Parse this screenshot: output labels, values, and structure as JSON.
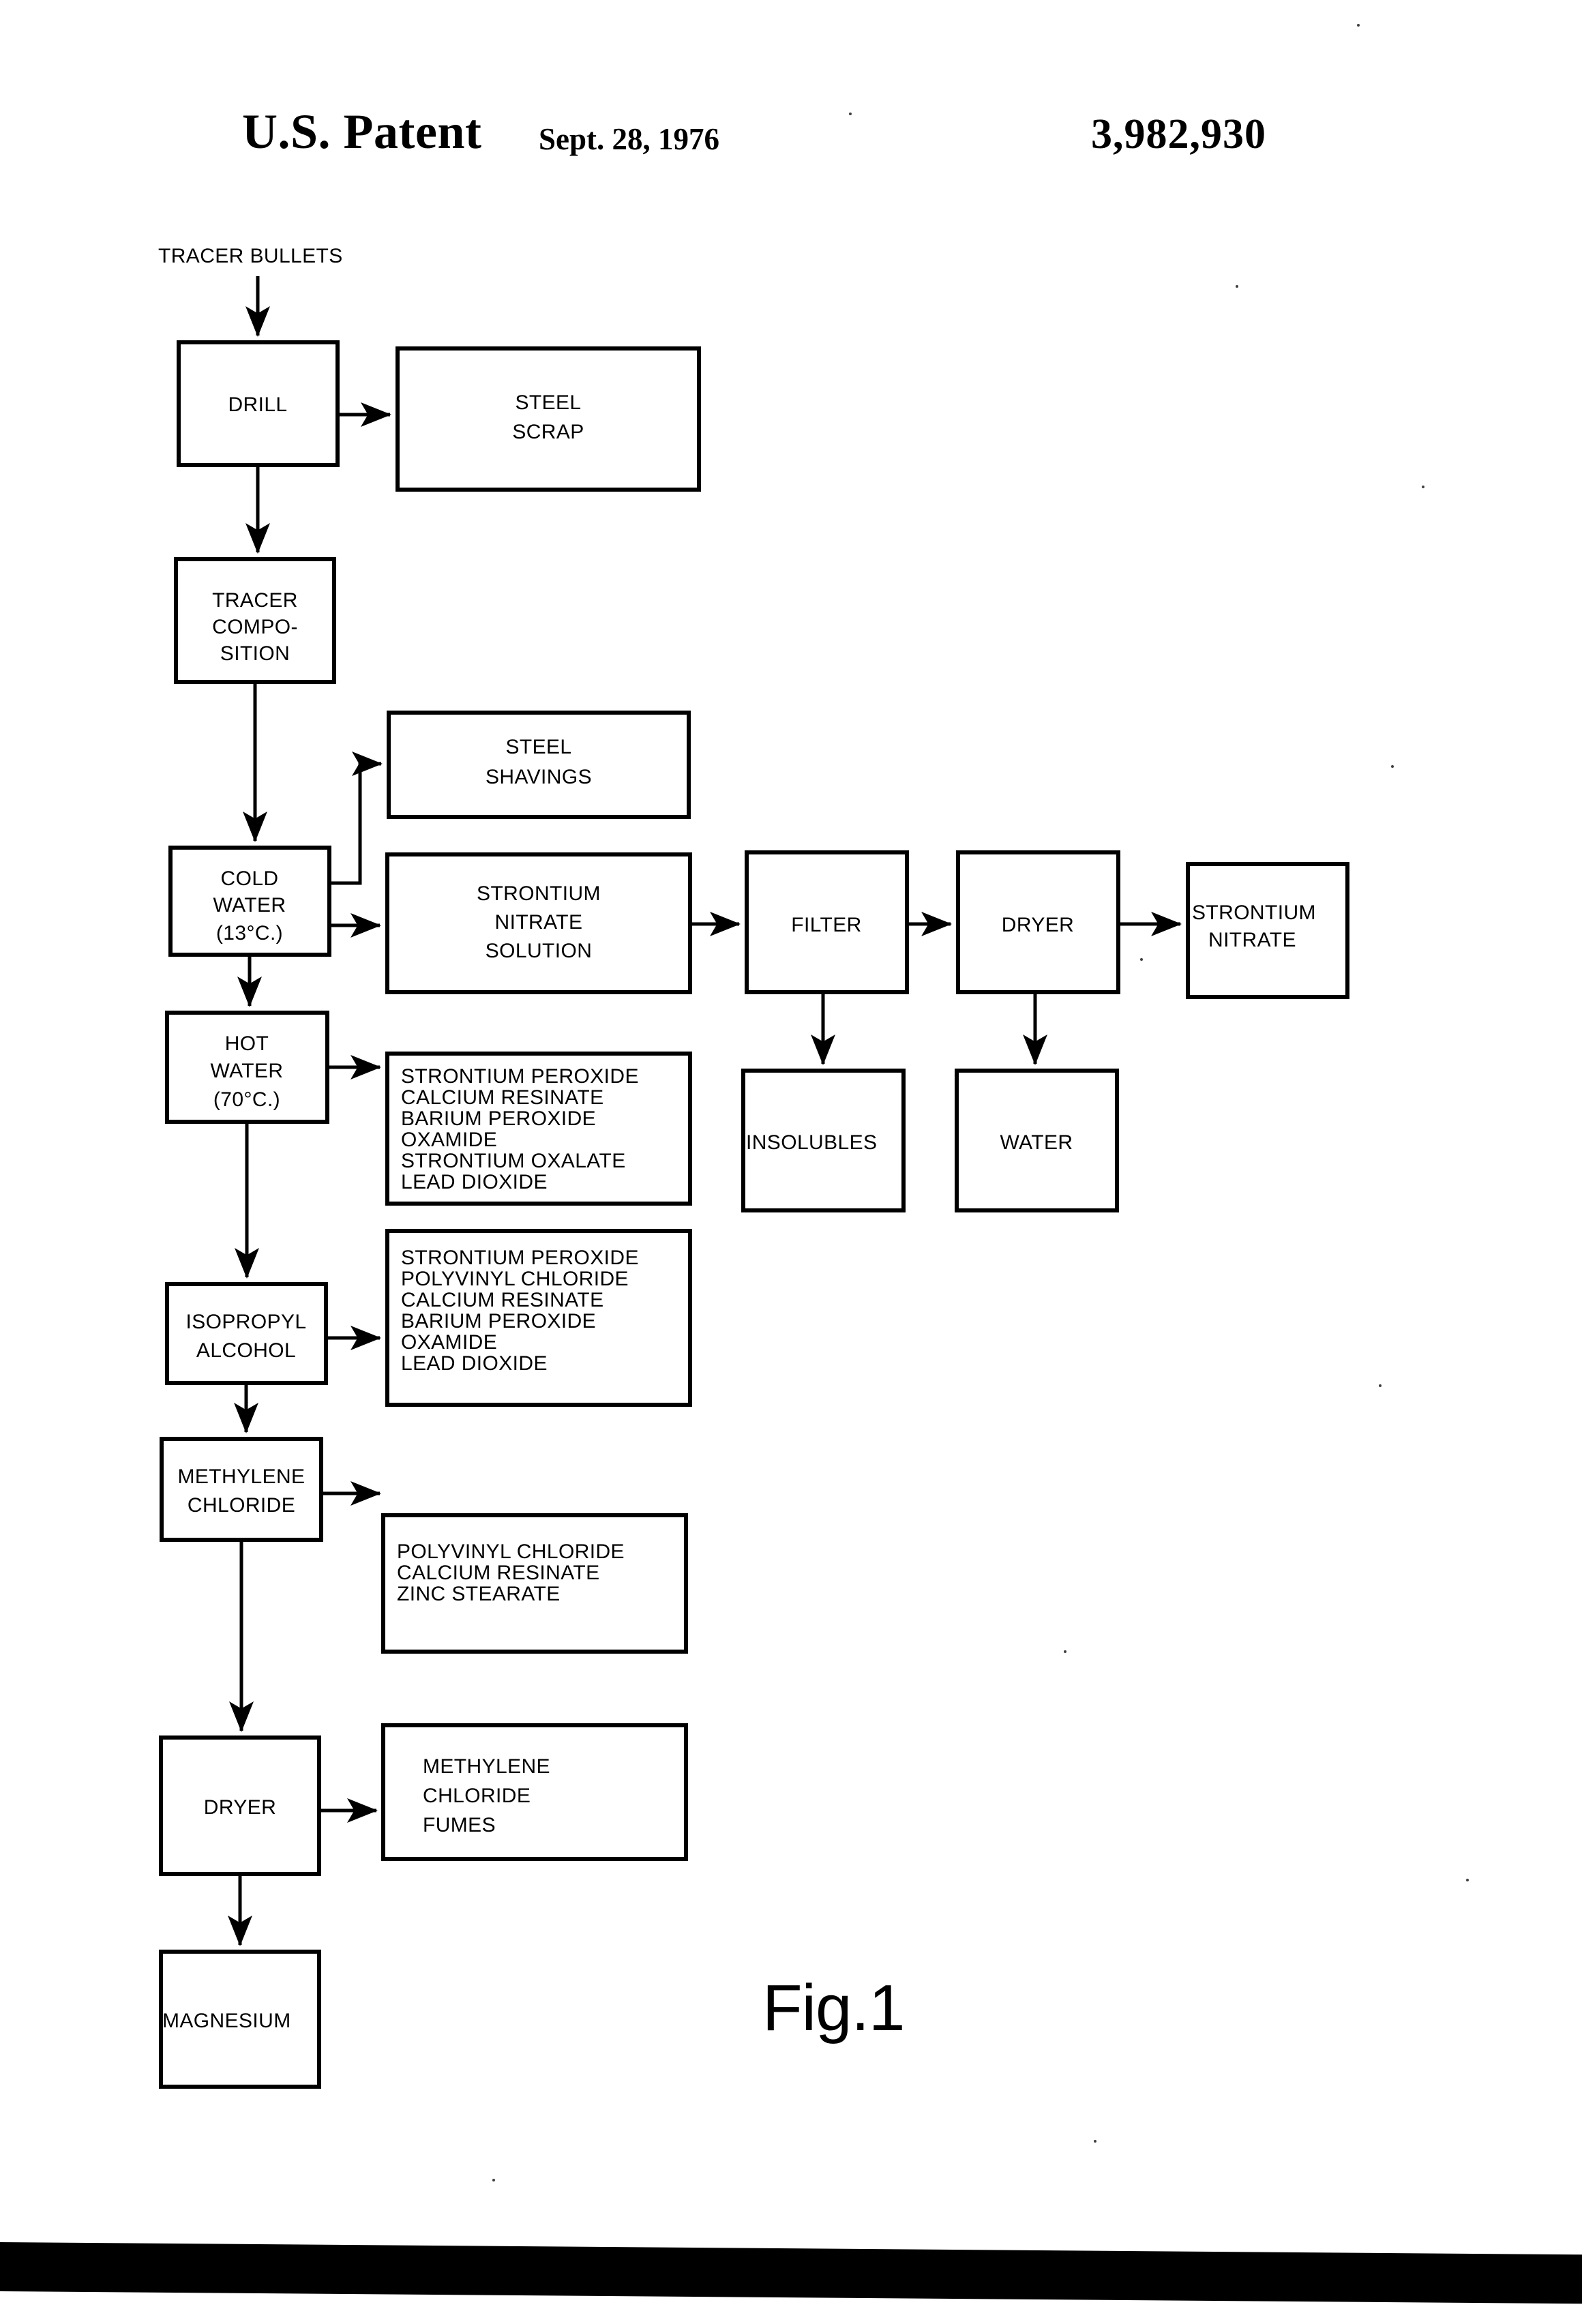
{
  "header": {
    "office": "U.S. Patent",
    "date": "Sept. 28, 1976",
    "number": "3,982,930"
  },
  "figure": {
    "label": "Fig.1",
    "caption_input": "TRACER BULLETS"
  },
  "nodes": {
    "drill": "DRILL",
    "steel_scrap": "STEEL\nSCRAP",
    "steel_scrap_l1": "STEEL",
    "steel_scrap_l2": "SCRAP",
    "tracer_composition_l1": "TRACER",
    "tracer_composition_l2": "COMPO-",
    "tracer_composition_l3": "SITION",
    "steel_shavings_l1": "STEEL",
    "steel_shavings_l2": "SHAVINGS",
    "cold_water_l1": "COLD",
    "cold_water_l2": "WATER",
    "cold_water_l3": "(13°C.)",
    "strontium_nitrate_solution_l1": "STRONTIUM",
    "strontium_nitrate_solution_l2": "NITRATE",
    "strontium_nitrate_solution_l3": "SOLUTION",
    "filter": "FILTER",
    "dryer_top": "DRYER",
    "strontium_nitrate_l1": "STRONTIUM",
    "strontium_nitrate_l2": "NITRATE",
    "insolubles": "INSOLUBLES",
    "water": "WATER",
    "hot_water_l1": "HOT",
    "hot_water_l2": "WATER",
    "hot_water_l3": "(70°C.)",
    "isopropyl_alcohol_l1": "ISOPROPYL",
    "isopropyl_alcohol_l2": "ALCOHOL",
    "methylene_chloride_l1": "METHYLENE",
    "methylene_chloride_l2": "CHLORIDE",
    "dryer_bottom": "DRYER",
    "magnesium": "MAGNESIUM",
    "fumes_l1": "METHYLENE",
    "fumes_l2": "CHLORIDE",
    "fumes_l3": "FUMES"
  },
  "chemical_lists": {
    "hot_water_residue": [
      "STRONTIUM PEROXIDE",
      "CALCIUM RESINATE",
      "BARIUM PEROXIDE",
      "OXAMIDE",
      "STRONTIUM OXALATE",
      "LEAD DIOXIDE"
    ],
    "isopropyl_residue": [
      "STRONTIUM PEROXIDE",
      "POLYVINYL CHLORIDE",
      "CALCIUM RESINATE",
      "BARIUM PEROXIDE",
      "OXAMIDE",
      "LEAD DIOXIDE"
    ],
    "methylene_residue": [
      "POLYVINYL CHLORIDE",
      "CALCIUM RESINATE",
      "ZINC STEARATE"
    ]
  },
  "flow_edges": [
    {
      "from": "TRACER BULLETS",
      "to": "DRILL"
    },
    {
      "from": "DRILL",
      "to": "STEEL SCRAP"
    },
    {
      "from": "DRILL",
      "to": "TRACER COMPOSITION"
    },
    {
      "from": "TRACER COMPOSITION",
      "to": "COLD WATER (13°C.)"
    },
    {
      "from": "COLD WATER (13°C.)",
      "to": "STEEL SHAVINGS"
    },
    {
      "from": "COLD WATER (13°C.)",
      "to": "STRONTIUM NITRATE SOLUTION"
    },
    {
      "from": "STRONTIUM NITRATE SOLUTION",
      "to": "FILTER"
    },
    {
      "from": "FILTER",
      "to": "DRYER"
    },
    {
      "from": "FILTER",
      "to": "INSOLUBLES"
    },
    {
      "from": "DRYER",
      "to": "STRONTIUM NITRATE"
    },
    {
      "from": "DRYER",
      "to": "WATER"
    },
    {
      "from": "COLD WATER (13°C.)",
      "to": "HOT WATER (70°C.)"
    },
    {
      "from": "HOT WATER (70°C.)",
      "to": "HOT WATER RESIDUE LIST"
    },
    {
      "from": "HOT WATER (70°C.)",
      "to": "ISOPROPYL ALCOHOL"
    },
    {
      "from": "ISOPROPYL ALCOHOL",
      "to": "ISOPROPYL RESIDUE LIST"
    },
    {
      "from": "ISOPROPYL ALCOHOL",
      "to": "METHYLENE CHLORIDE"
    },
    {
      "from": "METHYLENE CHLORIDE",
      "to": "METHYLENE RESIDUE LIST"
    },
    {
      "from": "METHYLENE CHLORIDE",
      "to": "DRYER"
    },
    {
      "from": "DRYER",
      "to": "METHYLENE CHLORIDE FUMES"
    },
    {
      "from": "DRYER",
      "to": "MAGNESIUM"
    }
  ]
}
